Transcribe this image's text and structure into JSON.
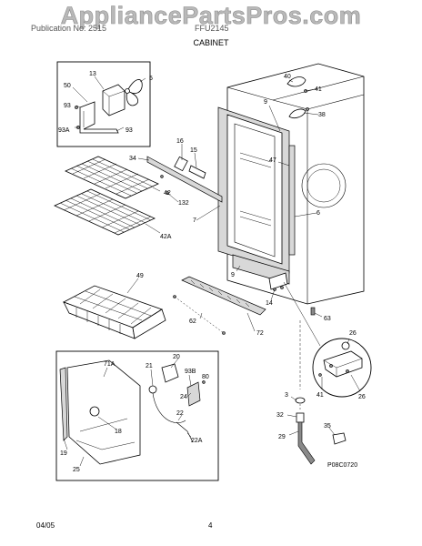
{
  "watermark": "AppliancePartsPros.com",
  "header": {
    "publication": "Publication No: 2515",
    "model": "FFU2145",
    "section_title": "CABINET"
  },
  "diagram_code": "P08C0720",
  "footer": {
    "date": "04/05",
    "page": "4"
  },
  "callouts": {
    "c13": "13",
    "c50": "50",
    "c5": "5",
    "c93a": "93",
    "c93A": "93A",
    "c93b": "93",
    "c40": "40",
    "c41a": "41",
    "c9a": "9",
    "c38": "38",
    "c16": "16",
    "c15": "15",
    "c34": "34",
    "c47": "47",
    "c42": "42",
    "c132": "132",
    "c7": "7",
    "c6": "6",
    "c42A": "42A",
    "c49": "49",
    "c9b": "9",
    "c14": "14",
    "c62": "62",
    "c72": "72",
    "c63": "63",
    "c26a": "26",
    "c41b": "41",
    "c26b": "26",
    "c71A": "71A",
    "c20": "20",
    "c21": "21",
    "c93B": "93B",
    "c80": "80",
    "c24": "24",
    "c18": "18",
    "c22": "22",
    "c22A": "22A",
    "c19": "19",
    "c25": "25",
    "c3": "3",
    "c32": "32",
    "c35": "35",
    "c29": "29"
  }
}
